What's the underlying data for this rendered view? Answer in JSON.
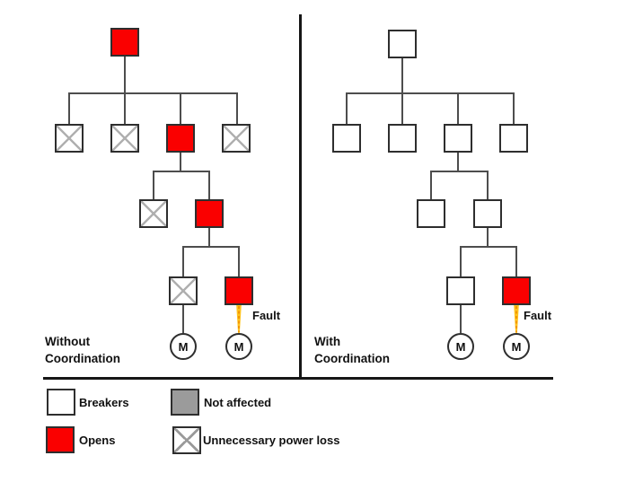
{
  "colors": {
    "opens_red": "#fa0000",
    "breaker_white": "#ffffff",
    "not_affected_gray": "#9b9b9b",
    "box_border": "#2e2e2e",
    "connector_line": "#4d4d4d",
    "x_mark": "#b0b0b0",
    "fault_spark_yellow": "#ffc31e",
    "fault_spark_orange": "#f08c00",
    "divider_black": "#161616",
    "text": "#111111"
  },
  "panels": [
    {
      "name": "without-coordination",
      "caption_line1": "Without",
      "caption_line2": "Coordination",
      "fault_label": "Fault",
      "motors": [
        {
          "label": "M"
        },
        {
          "label": "M"
        }
      ],
      "nodes": [
        {
          "state": "opens",
          "cls": "node opens"
        },
        {
          "state": "unnecessary-power-loss",
          "cls": "node x"
        },
        {
          "state": "unnecessary-power-loss",
          "cls": "node x"
        },
        {
          "state": "opens",
          "cls": "node opens"
        },
        {
          "state": "unnecessary-power-loss",
          "cls": "node x"
        },
        {
          "state": "unnecessary-power-loss",
          "cls": "node x"
        },
        {
          "state": "opens",
          "cls": "node opens"
        },
        {
          "state": "unnecessary-power-loss",
          "cls": "node x"
        },
        {
          "state": "opens",
          "cls": "node opens"
        }
      ]
    },
    {
      "name": "with-coordination",
      "caption_line1": "With",
      "caption_line2": "Coordination",
      "fault_label": "Fault",
      "motors": [
        {
          "label": "M"
        },
        {
          "label": "M"
        }
      ],
      "nodes": [
        {
          "state": "closed",
          "cls": "node"
        },
        {
          "state": "closed",
          "cls": "node"
        },
        {
          "state": "closed",
          "cls": "node"
        },
        {
          "state": "closed",
          "cls": "node"
        },
        {
          "state": "closed",
          "cls": "node"
        },
        {
          "state": "closed",
          "cls": "node"
        },
        {
          "state": "closed",
          "cls": "node"
        },
        {
          "state": "closed",
          "cls": "node"
        },
        {
          "state": "opens",
          "cls": "node opens"
        }
      ]
    }
  ],
  "legend": {
    "items": [
      {
        "cls": "lbox",
        "label": "Breakers"
      },
      {
        "cls": "lbox gray",
        "label": "Not affected"
      },
      {
        "cls": "lbox opens",
        "label": "Opens"
      },
      {
        "cls": "lbox x",
        "label": "Unnecessary power loss"
      }
    ]
  }
}
